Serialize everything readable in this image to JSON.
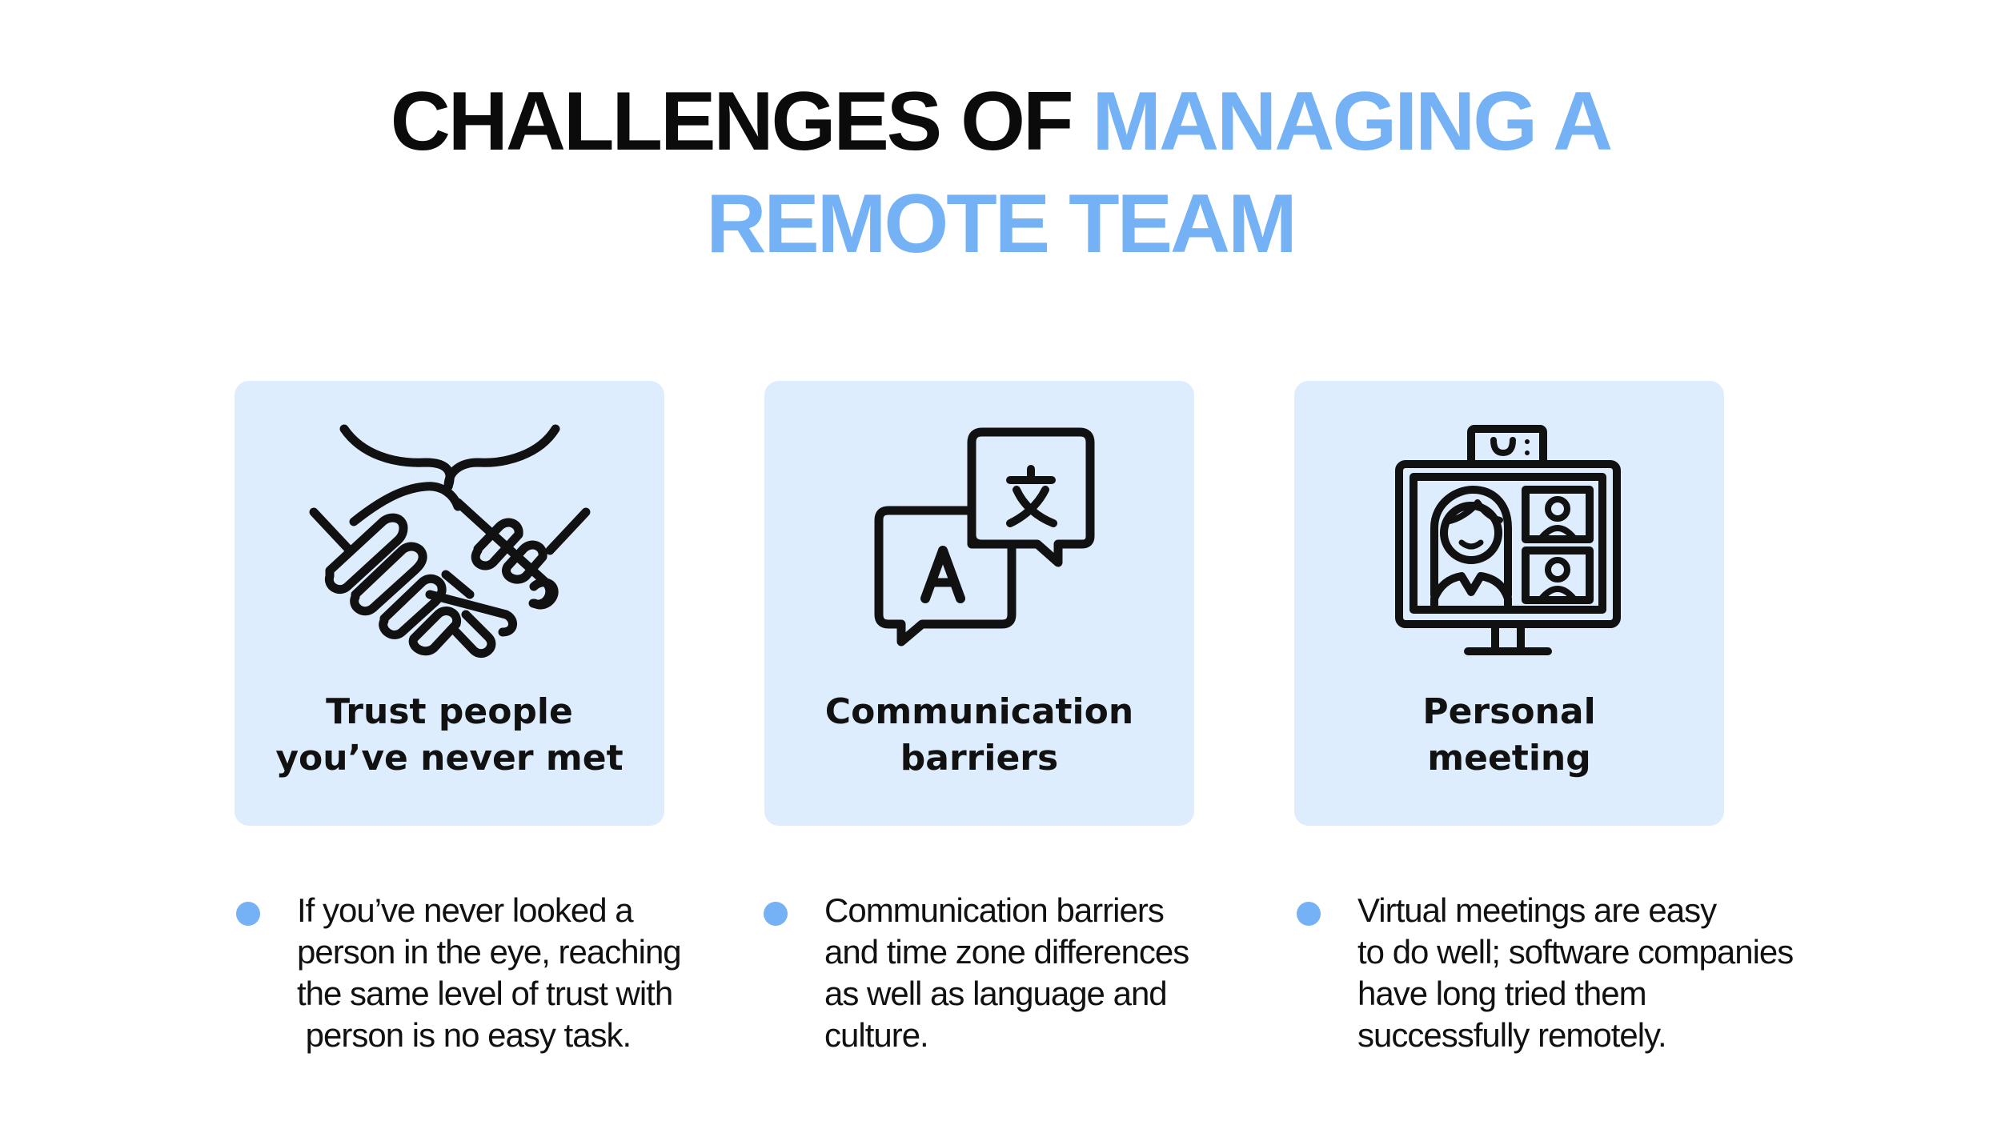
{
  "title": {
    "line1_dark": "CHALLENGES OF ",
    "line1_accent": "MANAGING A",
    "line2_accent": "REMOTE TEAM"
  },
  "colors": {
    "accent": "#74b2f5",
    "card_background": "#deedfd",
    "text": "#111111"
  },
  "cards": [
    {
      "icon": "handshake-icon",
      "label_lines": [
        "Trust people",
        "you’ve never met"
      ]
    },
    {
      "icon": "translate-icon",
      "label_lines": [
        "Communication",
        "barriers"
      ]
    },
    {
      "icon": "video-conference-icon",
      "label_lines": [
        "Personal",
        "meeting"
      ]
    }
  ],
  "descriptions": [
    {
      "lines": [
        "If you’ve never looked a",
        "person in the eye, reaching",
        "the same level of trust with",
        " person is no easy task."
      ]
    },
    {
      "lines": [
        "Communication barriers",
        "and time zone differences",
        "as well as language and",
        "culture."
      ]
    },
    {
      "lines": [
        "Virtual meetings are easy",
        "to do well; software companies",
        "have long tried them",
        "successfully remotely."
      ]
    }
  ]
}
